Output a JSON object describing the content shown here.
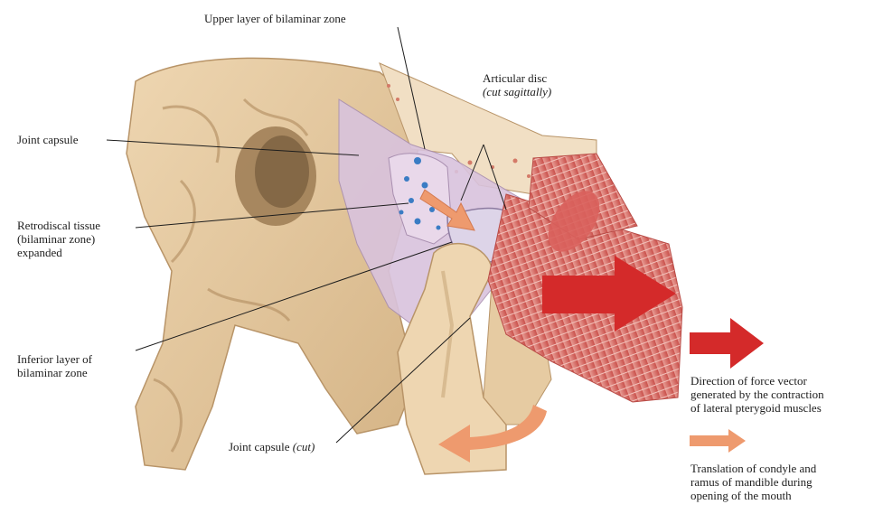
{
  "labels": {
    "upper_layer": "Upper layer of bilaminar zone",
    "articular_disc": "Articular disc",
    "articular_disc_note": "(cut sagittally)",
    "joint_capsule": "Joint capsule",
    "retrodiscal": [
      "Retrodiscal tissue",
      "(bilaminar zone)",
      "expanded"
    ],
    "inferior_layer": [
      "Inferior layer of",
      "bilaminar zone"
    ],
    "joint_capsule_cut": "Joint capsule",
    "joint_capsule_cut_note": "(cut)"
  },
  "legend": {
    "force": {
      "lines": [
        "Direction of force vector",
        "generated by the contraction",
        "of lateral pterygoid muscles"
      ],
      "color": "#d42a2a"
    },
    "translation": {
      "lines": [
        "Translation of condyle and",
        "ramus of mandible during",
        "opening of the mouth"
      ],
      "color": "#ee9a6e"
    }
  },
  "colors": {
    "bone": "#e6cba2",
    "bone_shadow": "#b89468",
    "capsule": "#d9c3dd",
    "muscle": "#d9605c",
    "muscle_light": "#ecaaa4",
    "disc": "#ddd4e8",
    "retrodiscal": "#3a7cc4"
  }
}
